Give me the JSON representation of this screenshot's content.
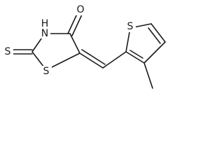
{
  "structure": {
    "atoms": {
      "thione_s": "S",
      "ring_s": "S",
      "nh": "H",
      "n": "N",
      "carbonyl_o": "O",
      "thiophene_s": "S"
    }
  },
  "colors": {
    "bond": "#1a1a1a",
    "background": "#ffffff"
  }
}
